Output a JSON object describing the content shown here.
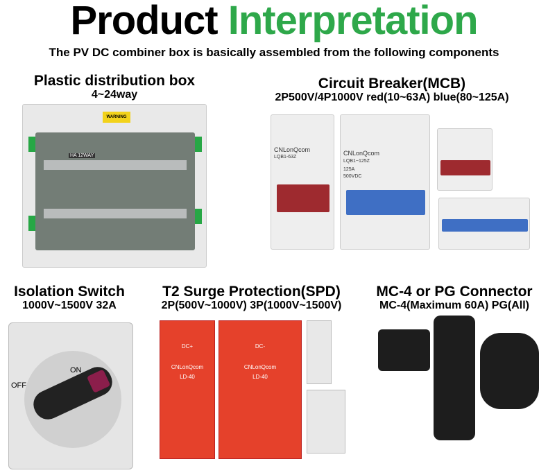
{
  "header": {
    "title_part1": "Product",
    "title_part2": "Interpretation",
    "subtitle": "The PV DC combiner box is basically assembled from the following components"
  },
  "sections": [
    {
      "title": "Plastic distribution box",
      "spec": "4~24way",
      "labels": {
        "warning": "WARNING",
        "ways": "HA 12WAY"
      }
    },
    {
      "title": "Circuit Breaker(MCB)",
      "spec": "2P500V/4P1000V red(10~63A) blue(80~125A)",
      "labels": {
        "brand": "CNLonQcom",
        "model_red": "LQB1-63Z",
        "model_blue": "LQB1~125Z",
        "rating_blue": "125A",
        "voltage_blue": "500VDC"
      }
    },
    {
      "title": "Isolation Switch",
      "spec": "1000V~1500V 32A",
      "labels": {
        "on": "ON",
        "off": "OFF"
      }
    },
    {
      "title": "T2 Surge Protection(SPD)",
      "spec": "2P(500V~1000V) 3P(1000V~1500V)",
      "labels": {
        "brand": "CNLonQcom",
        "model": "LD-40",
        "dcplus": "DC+",
        "dcminus": "DC-"
      }
    },
    {
      "title": "MC-4 or PG Connector",
      "spec": "MC-4(Maximum 60A) PG(All)"
    }
  ],
  "colors": {
    "accent": "#2ea84a",
    "red_mcb": "#9e2a2f",
    "blue_mcb": "#3f6fc4",
    "spd": "#e5412b"
  }
}
